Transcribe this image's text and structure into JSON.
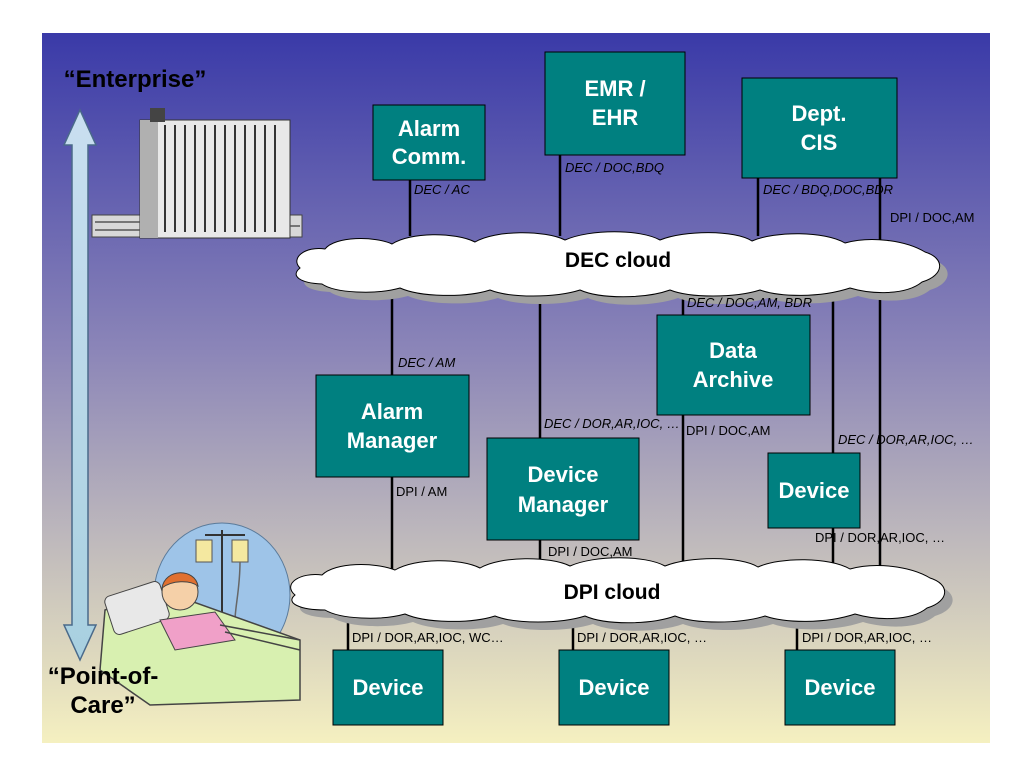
{
  "colors": {
    "box_fill": "#008080",
    "bg_top": "#3a3aa8",
    "bg_bottom": "#f5f0c0"
  },
  "axis": {
    "top_label": "“Enterprise”",
    "bottom_label_line1": "“Point-of-",
    "bottom_label_line2": "Care”"
  },
  "clouds": {
    "dec": "DEC cloud",
    "dpi": "DPI cloud"
  },
  "boxes": {
    "emr_line1": "EMR /",
    "emr_line2": "EHR",
    "alarm_comm_line1": "Alarm",
    "alarm_comm_line2": "Comm.",
    "dept_cis_line1": "Dept.",
    "dept_cis_line2": "CIS",
    "data_archive_line1": "Data",
    "data_archive_line2": "Archive",
    "alarm_manager_line1": "Alarm",
    "alarm_manager_line2": "Manager",
    "device_manager_line1": "Device",
    "device_manager_line2": "Manager",
    "device_right": "Device",
    "device_bottom_left": "Device",
    "device_bottom_center": "Device",
    "device_bottom_right": "Device"
  },
  "connections": {
    "alarm_comm_dec": "DEC / AC",
    "emr_dec": "DEC /  DOC,BDQ",
    "dept_cis_dec": "DEC /  BDQ,DOC,BDR",
    "dept_cis_dpi": "DPI / DOC,AM",
    "data_archive_dec": "DEC / DOC,AM, BDR",
    "alarm_manager_dec": "DEC / AM",
    "device_manager_dec": "DEC / DOR,AR,IOC, …",
    "data_archive_dpi": "DPI / DOC,AM",
    "device_right_dec": "DEC / DOR,AR,IOC, …",
    "alarm_manager_dpi": "DPI / AM",
    "device_right_dpi": "DPI / DOR,AR,IOC, …",
    "device_manager_dpi": "DPI / DOC,AM",
    "device_bottom_left_dpi": "DPI / DOR,AR,IOC, WC…",
    "device_bottom_center_dpi": "DPI / DOR,AR,IOC, …",
    "device_bottom_right_dpi": "DPI / DOR,AR,IOC, …"
  }
}
